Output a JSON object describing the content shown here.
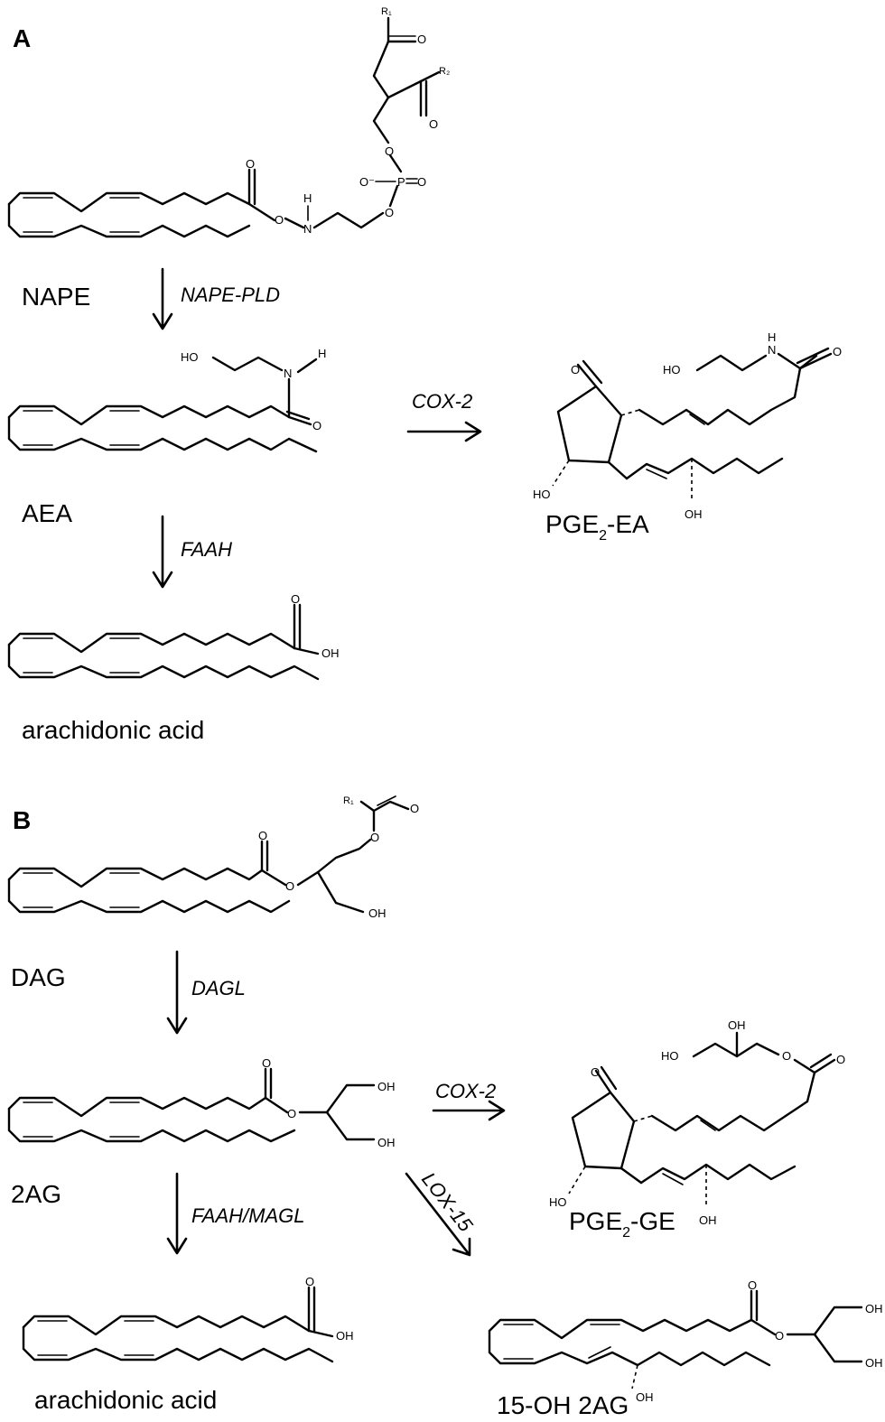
{
  "panels": {
    "a": "A",
    "b": "B"
  },
  "compounds": {
    "nape": "NAPE",
    "aea": "AEA",
    "arachidonic_acid_a": "arachidonic acid",
    "pge2_ea_prefix": "PGE",
    "pge2_ea_sub": "2",
    "pge2_ea_suffix": "-EA",
    "dag": "DAG",
    "ag2": "2AG",
    "arachidonic_acid_b": "arachidonic acid",
    "pge2_ge_prefix": "PGE",
    "pge2_ge_sub": "2",
    "pge2_ge_suffix": "-GE",
    "oh_15_2ag": "15-OH 2AG"
  },
  "enzymes": {
    "nape_pld": "NAPE-PLD",
    "faah": "FAAH",
    "cox2_a": "COX-2",
    "dagl": "DAGL",
    "faah_magl": "FAAH/MAGL",
    "cox2_b": "COX-2",
    "lox15": "LOX-15"
  },
  "atoms": {
    "O": "O",
    "OH": "OH",
    "HO": "HO",
    "H": "H",
    "N": "N",
    "P": "P",
    "O_minus": "O⁻",
    "R1": "R₁",
    "R2": "R₂"
  }
}
